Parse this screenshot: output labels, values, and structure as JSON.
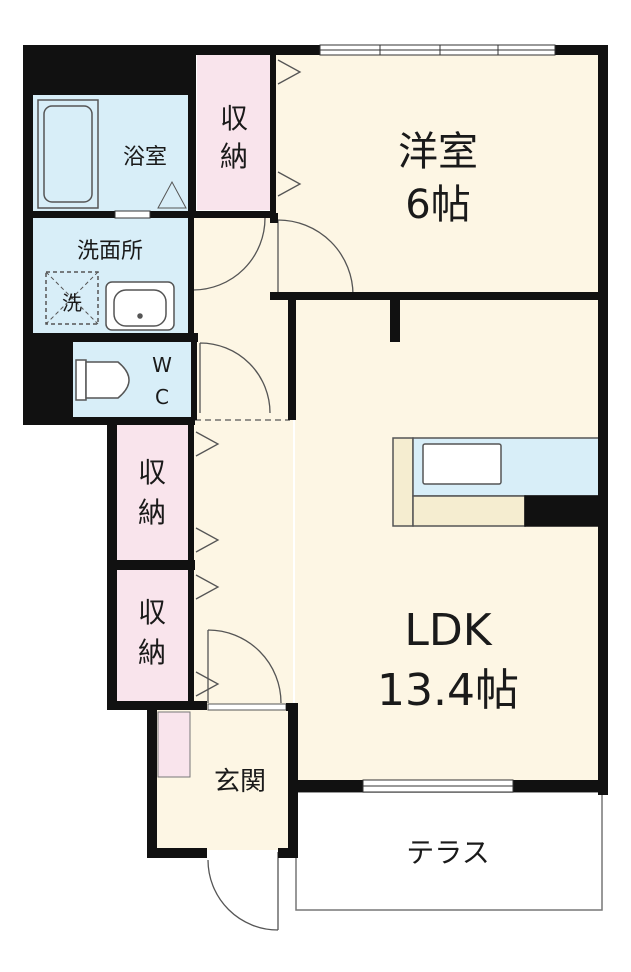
{
  "rooms": {
    "western_room": {
      "name": "洋室",
      "size": "6帖"
    },
    "ldk": {
      "name": "LDK",
      "size": "13.4帖"
    },
    "bathroom": {
      "name": "浴室"
    },
    "washroom": {
      "name": "洗面所"
    },
    "washer_mark": "洗",
    "wc": {
      "line1": "W",
      "line2": "C"
    },
    "storage_top": {
      "line1": "収",
      "line2": "納"
    },
    "storage_mid": {
      "line1": "収",
      "line2": "納"
    },
    "storage_low": {
      "line1": "収",
      "line2": "納"
    },
    "entrance": {
      "name": "玄関"
    },
    "terrace": {
      "name": "テラス"
    }
  },
  "colors": {
    "wall": "#111111",
    "floor": "#fdf6e4",
    "wet_area": "#d8eef8",
    "storage": "#f9e4ec",
    "fixture_stroke": "#555555"
  }
}
